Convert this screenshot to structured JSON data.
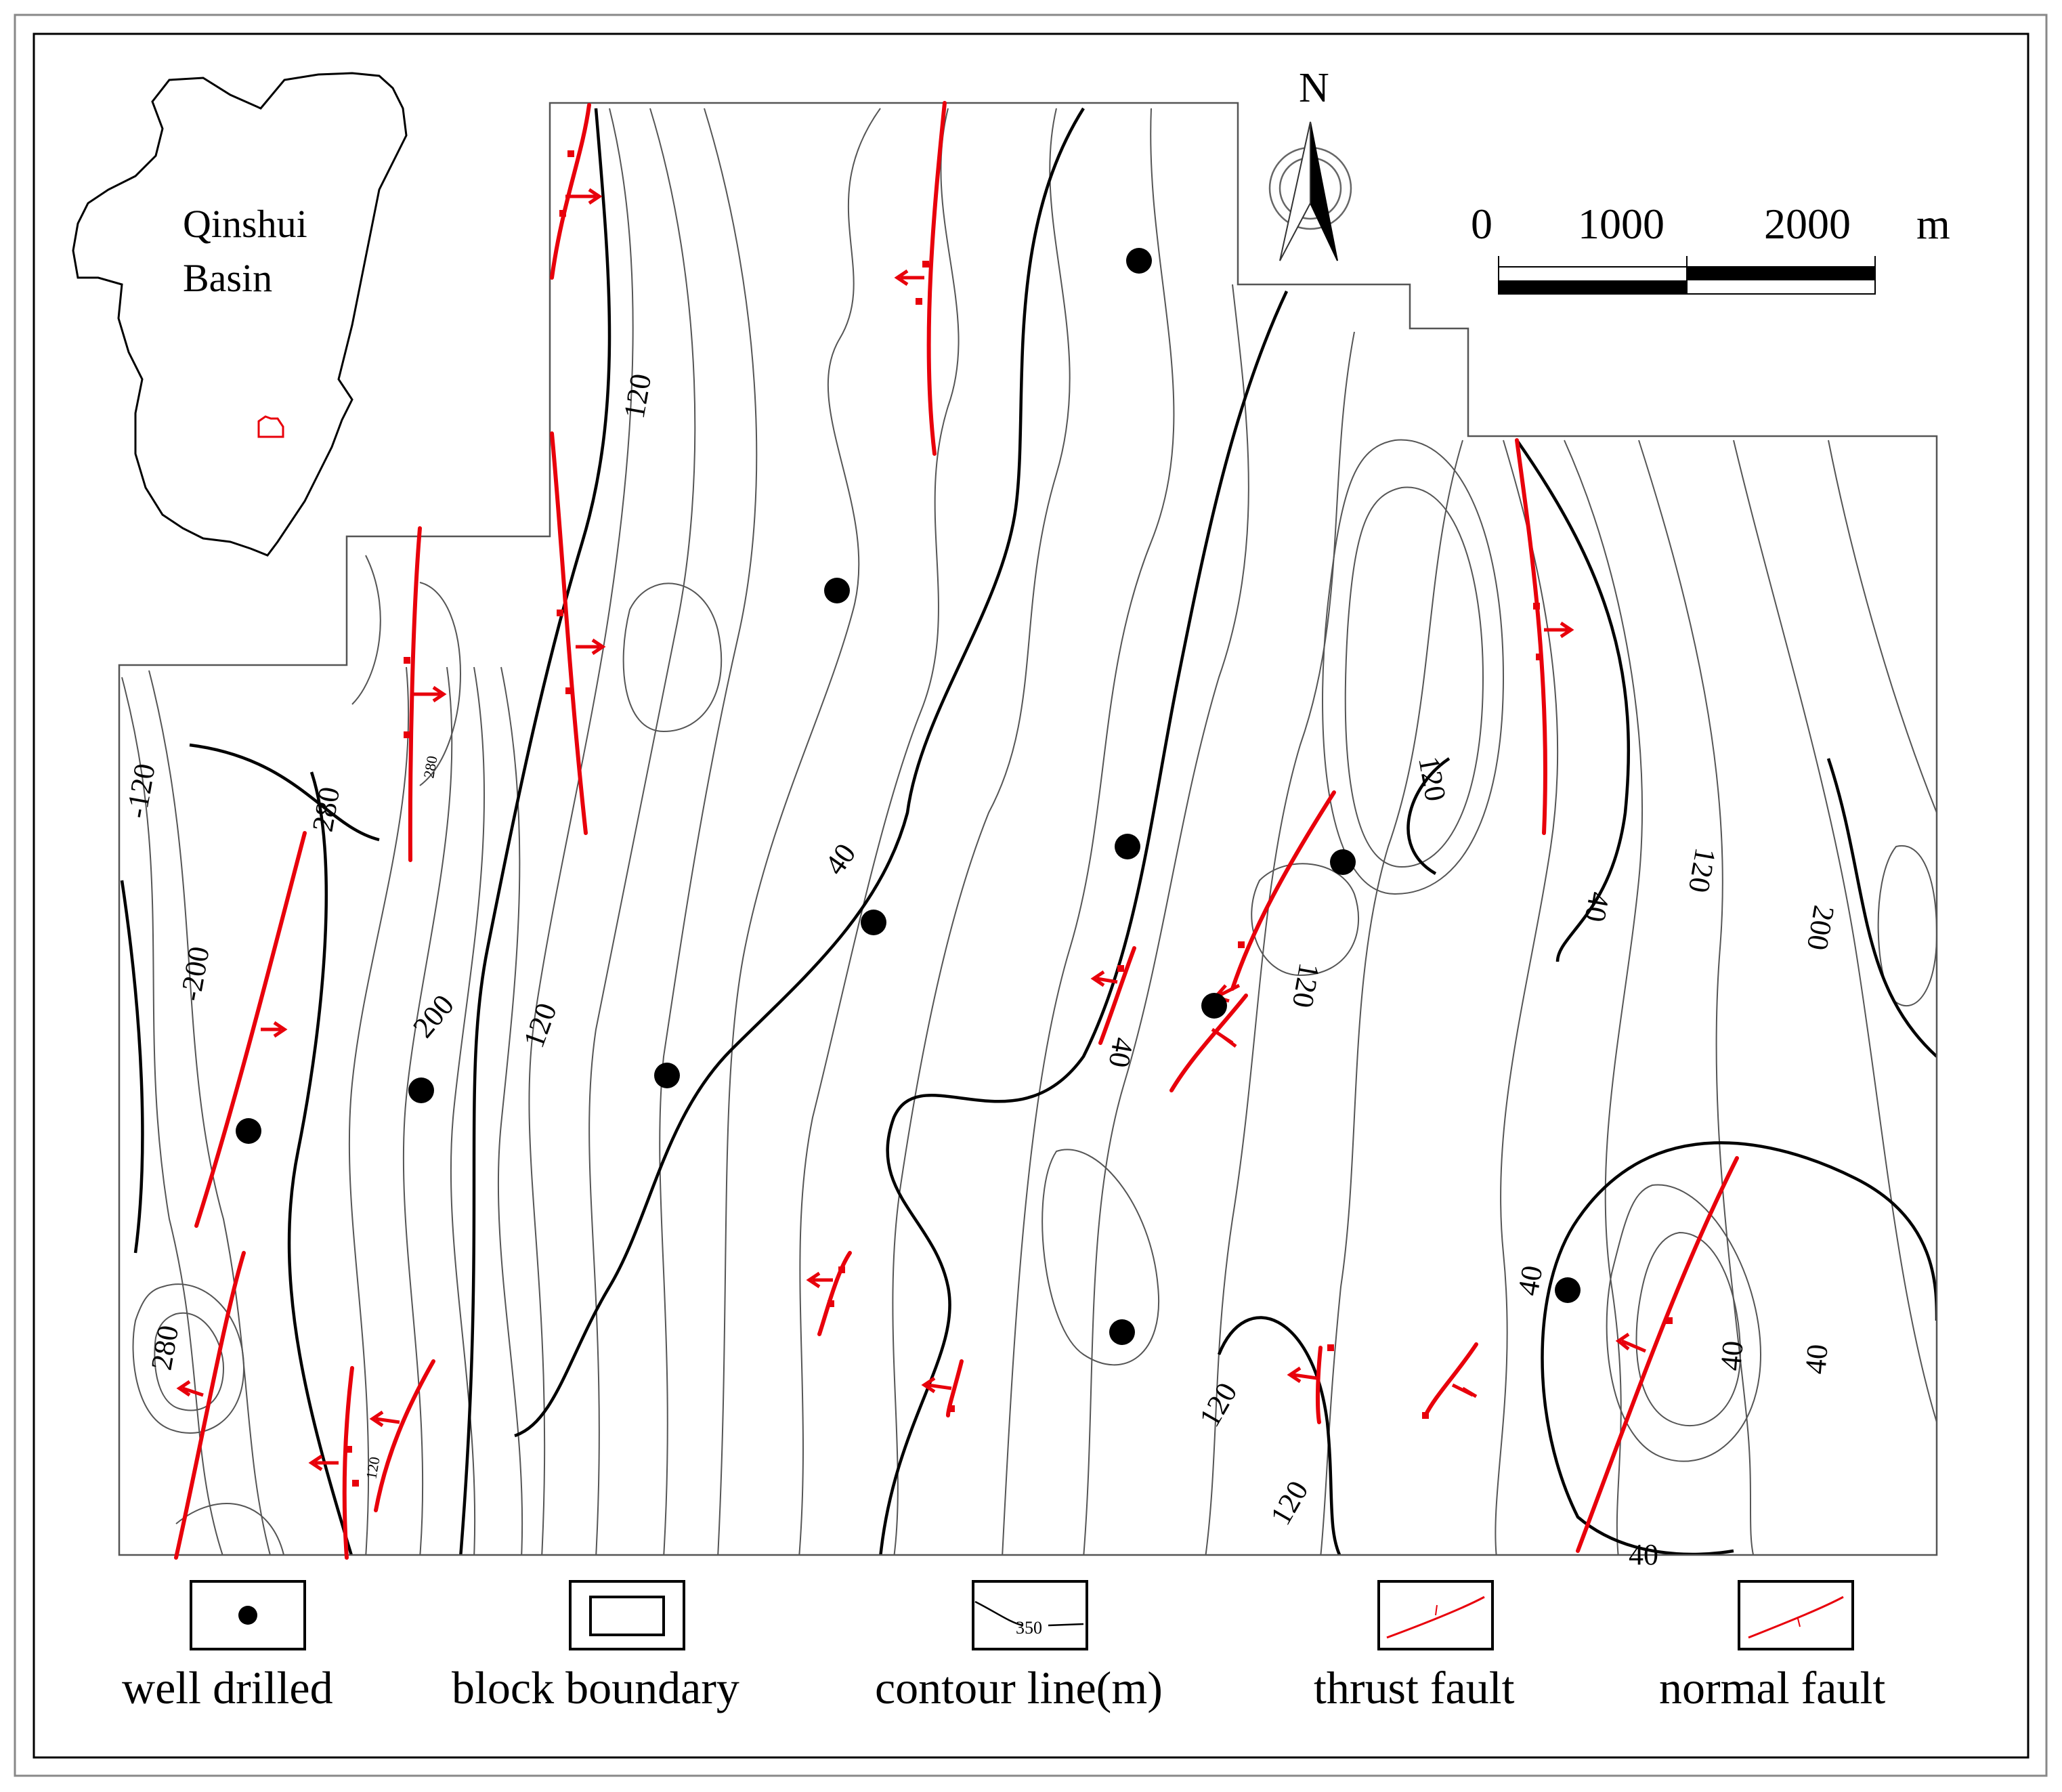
{
  "inset": {
    "title_line1": "Qinshui",
    "title_line2": "Basin"
  },
  "north_arrow": {
    "label": "N",
    "icon": "north-arrow-icon"
  },
  "scale_bar": {
    "ticks": [
      "0",
      "1000",
      "2000"
    ],
    "unit": "m"
  },
  "contour_labels": [
    {
      "id": "c1",
      "text": "120"
    },
    {
      "id": "c2",
      "text": "280"
    },
    {
      "id": "c3",
      "text": "280"
    },
    {
      "id": "c4",
      "text": "-200"
    },
    {
      "id": "c5",
      "text": "200"
    },
    {
      "id": "c6",
      "text": "120"
    },
    {
      "id": "c7",
      "text": "120"
    },
    {
      "id": "c8",
      "text": "40"
    },
    {
      "id": "c9",
      "text": "40"
    },
    {
      "id": "c10",
      "text": "120"
    },
    {
      "id": "c11",
      "text": "120"
    },
    {
      "id": "c12",
      "text": "40"
    },
    {
      "id": "c13",
      "text": "120"
    },
    {
      "id": "c14",
      "text": "200"
    },
    {
      "id": "c15",
      "text": "40"
    },
    {
      "id": "c16",
      "text": "40"
    },
    {
      "id": "c17",
      "text": "40"
    },
    {
      "id": "c18",
      "text": "40"
    },
    {
      "id": "c19",
      "text": "120"
    },
    {
      "id": "c20",
      "text": "120"
    },
    {
      "id": "c21",
      "text": "280"
    },
    {
      "id": "c22",
      "text": "-120"
    }
  ],
  "legend": {
    "items": [
      {
        "label": "well drilled",
        "icon": "well-dot-icon"
      },
      {
        "label": "block boundary",
        "icon": "boundary-rect-icon"
      },
      {
        "label": "contour line(m)",
        "icon": "contour-line-icon",
        "sample": "350"
      },
      {
        "label": "thrust fault",
        "icon": "thrust-fault-icon"
      },
      {
        "label": "normal fault",
        "icon": "normal-fault-icon"
      }
    ]
  },
  "colors": {
    "fault": "#e8000b",
    "contour": "#000000",
    "background": "#ffffff"
  }
}
